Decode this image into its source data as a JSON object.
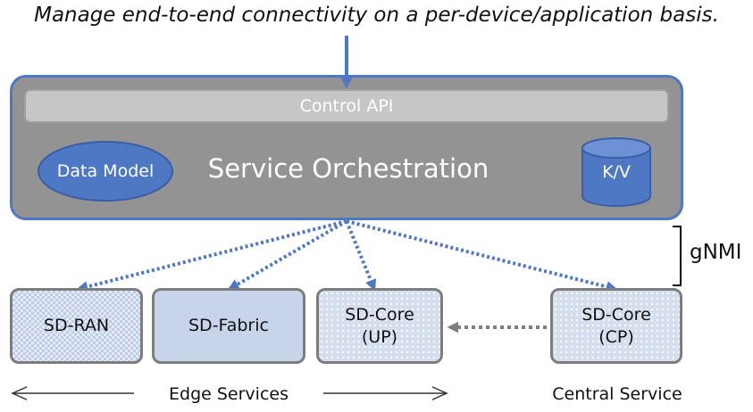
{
  "caption": "Manage end-to-end connectivity on a per-device/application basis.",
  "orchestrator": {
    "control_api_label": "Control API",
    "title": "Service Orchestration",
    "data_model_label": "Data Model",
    "kv_store_label": "K/V"
  },
  "interface_label": "gNMI",
  "services": [
    {
      "label": "SD-RAN"
    },
    {
      "label": "SD-Fabric"
    },
    {
      "label": "SD-Core\n(UP)"
    },
    {
      "label": "SD-Core\n(CP)"
    }
  ],
  "groups": {
    "edge_label": "Edge Services",
    "central_label": "Central Service"
  },
  "colors": {
    "accent_blue": "#4f78c4",
    "orchestrator_fill": "#939393",
    "service_border": "#7d7d7d"
  }
}
